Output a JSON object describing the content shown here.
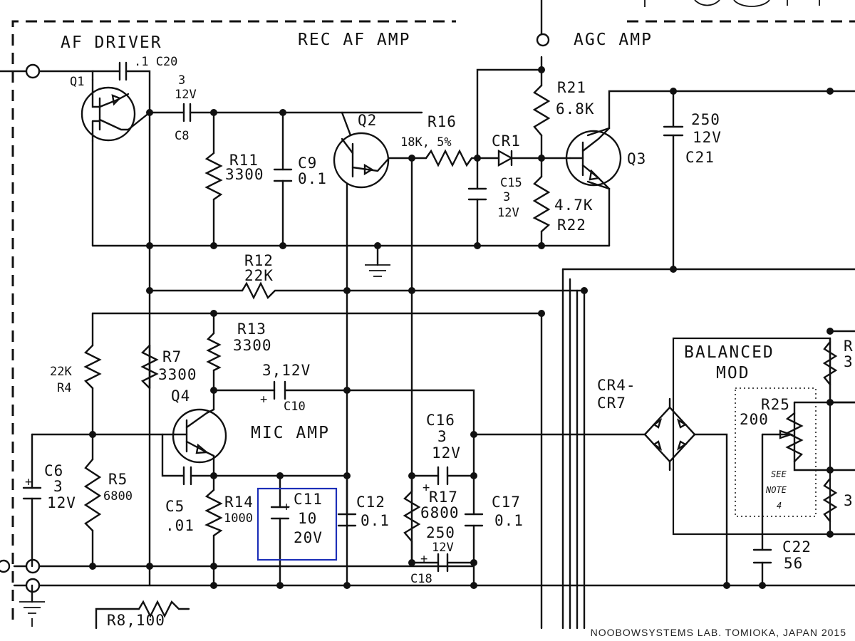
{
  "sections": {
    "af_driver": "AF DRIVER",
    "rec_af_amp": "REC AF AMP",
    "agc_amp": "AGC AMP",
    "mic_amp": "MIC AMP",
    "balanced_mod_1": "BALANCED",
    "balanced_mod_2": "MOD"
  },
  "components": {
    "q1": "Q1",
    "c20": ".1 C20",
    "c8_value": "3",
    "c8_voltage": "12V",
    "c8": "C8",
    "r11": "R11",
    "r11_value": "3300",
    "c9": "C9",
    "c9_value": "0.1",
    "q2": "Q2",
    "r16": "R16",
    "r16_value": "18K, 5%",
    "cr1": "CR1",
    "c15": "C15",
    "c15_value": "3",
    "c15_voltage": "12V",
    "r21": "R21",
    "r21_value": "6.8K",
    "r22": "R22",
    "r22_value": "4.7K",
    "q3": "Q3",
    "c21_value": "250",
    "c21_voltage": "12V",
    "c21": "C21",
    "r12": "R12",
    "r12_value": "22K",
    "r13": "R13",
    "r13_value": "3300",
    "r4": "R4",
    "r4_value": "22K",
    "r7": "R7",
    "r7_value": "3300",
    "q4": "Q4",
    "c10_value": "3,12V",
    "c10": "C10",
    "c16": "C16",
    "c16_value": "3",
    "c16_voltage": "12V",
    "cr4_cr7_1": "CR4-",
    "cr4_cr7_2": "CR7",
    "r25": "R25",
    "r25_value": "200",
    "see_note_1": "SEE",
    "see_note_2": "NOTE",
    "see_note_3": "4",
    "c6": "C6",
    "c6_value": "3",
    "c6_voltage": "12V",
    "r5": "R5",
    "r5_value": "6800",
    "c5": "C5",
    "c5_value": ".01",
    "r14": "R14",
    "r14_value": "1000",
    "c11": "C11",
    "c11_value": "10",
    "c11_voltage": "20V",
    "c12": "C12",
    "c12_value": "0.1",
    "r17": "R17",
    "r17_value": "6800",
    "c18_value": "250",
    "c18_voltage": "12V",
    "c18": "C18",
    "c17": "C17",
    "c17_value": "0.1",
    "c22": "C22",
    "c22_value": "56",
    "r8": "R8,100",
    "edge_b1": "R",
    "edge_b2": "3",
    "edge_b3": "3"
  },
  "credit": "NOOBOWSYSTEMS LAB. TOMIOKA, JAPAN 2015",
  "colors": {
    "ink": "#111111",
    "highlight": "#1c2fb8",
    "paper": "#ffffff"
  }
}
